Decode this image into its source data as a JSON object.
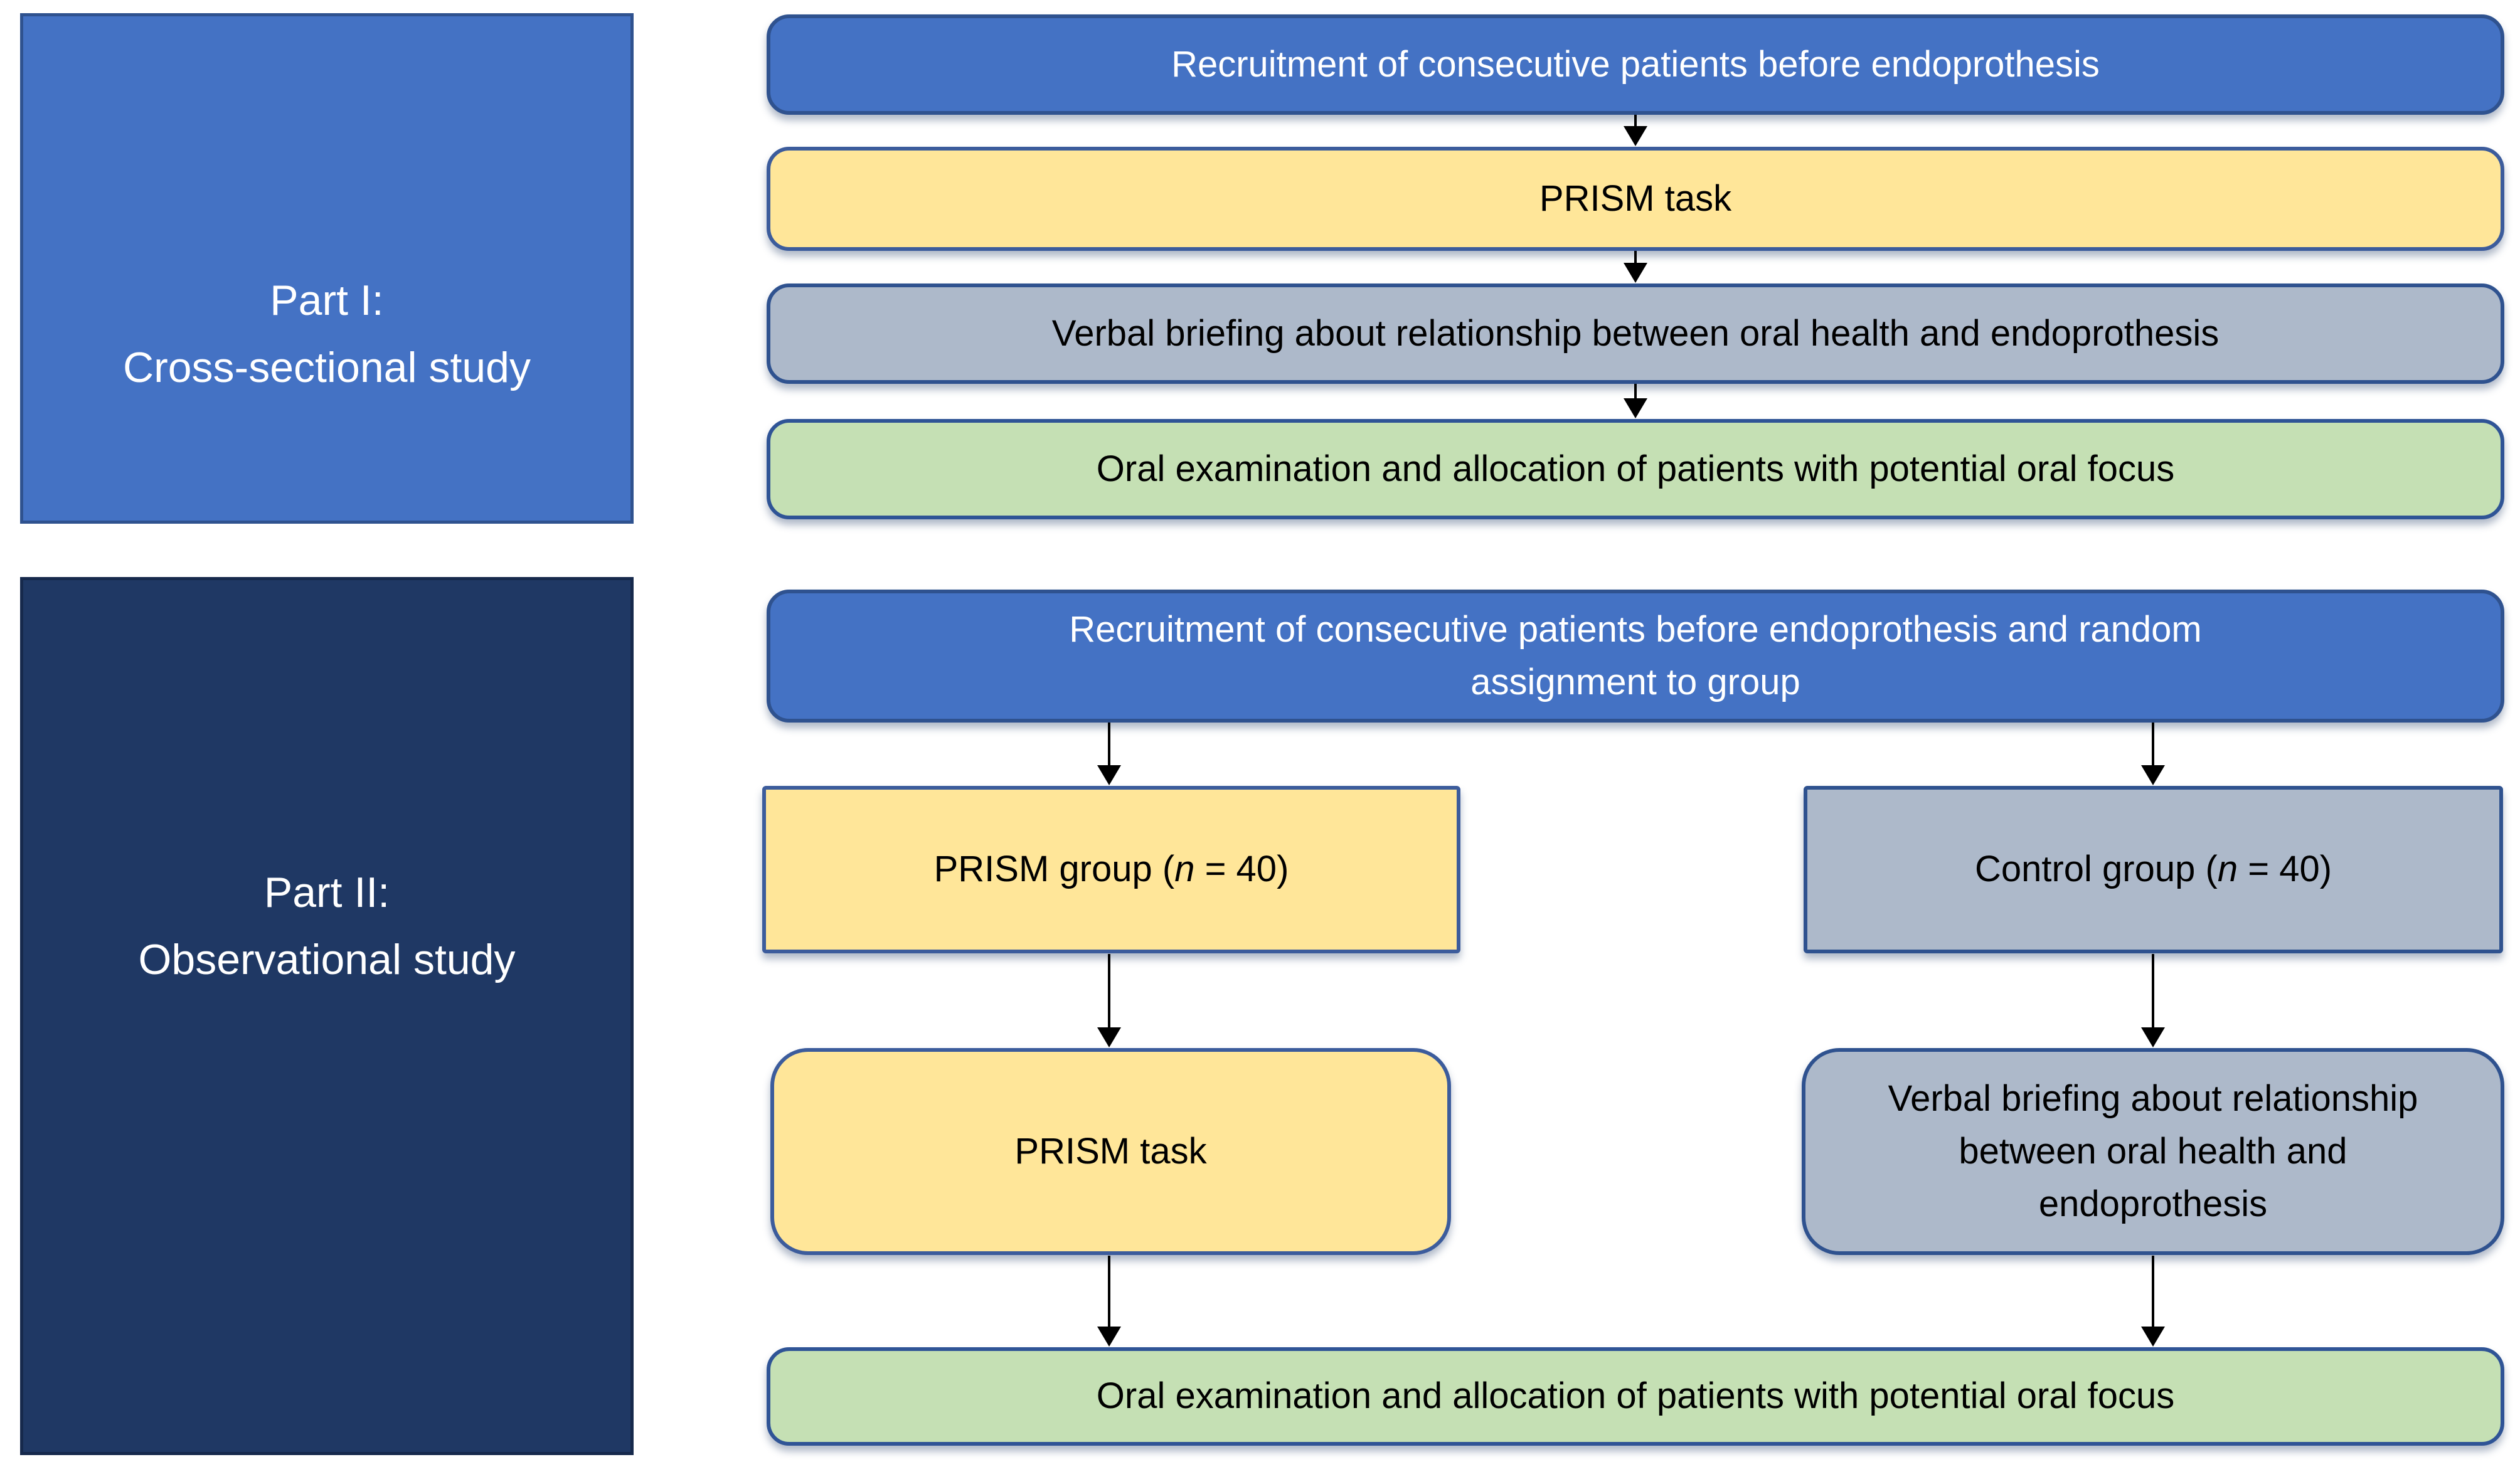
{
  "colors": {
    "panel_blue": "#4472C4",
    "panel_navy": "#1F3864",
    "panel_navy_border": "#16294C",
    "box_blue": "#4472C4",
    "box_blue_border": "#2F528F",
    "box_yellow": "#FFE699",
    "box_yellow_border": "#3C5C9C",
    "box_gray": "#ADB9CA",
    "box_gray_border": "#2F528F",
    "box_green": "#C5E0B4",
    "box_green_border": "#2F5496",
    "arrow": "#000000"
  },
  "part1": {
    "label": {
      "line1": "Part I:",
      "line2": "Cross-sectional study"
    },
    "steps": {
      "recruitment": "Recruitment of consecutive patients before endoprothesis",
      "prism_task": "PRISM task",
      "verbal_briefing": "Verbal briefing about relationship between oral health and endoprothesis",
      "oral_examination": "Oral examination and allocation of patients with potential oral focus"
    }
  },
  "part2": {
    "label": {
      "line1": "Part II:",
      "line2": "Observational study"
    },
    "steps": {
      "recruitment_line1": "Recruitment of consecutive patients before endoprothesis and random",
      "recruitment_line2": "assignment to group",
      "prism_group": {
        "prefix": "PRISM group (",
        "n": "n",
        "suffix": " = 40)"
      },
      "control_group": {
        "prefix": "Control group (",
        "n": "n",
        "suffix": " = 40)"
      },
      "prism_task": "PRISM task",
      "verbal_briefing": "Verbal briefing about relationship between oral health and endoprothesis",
      "oral_examination": "Oral examination and allocation of patients with potential oral focus"
    }
  }
}
